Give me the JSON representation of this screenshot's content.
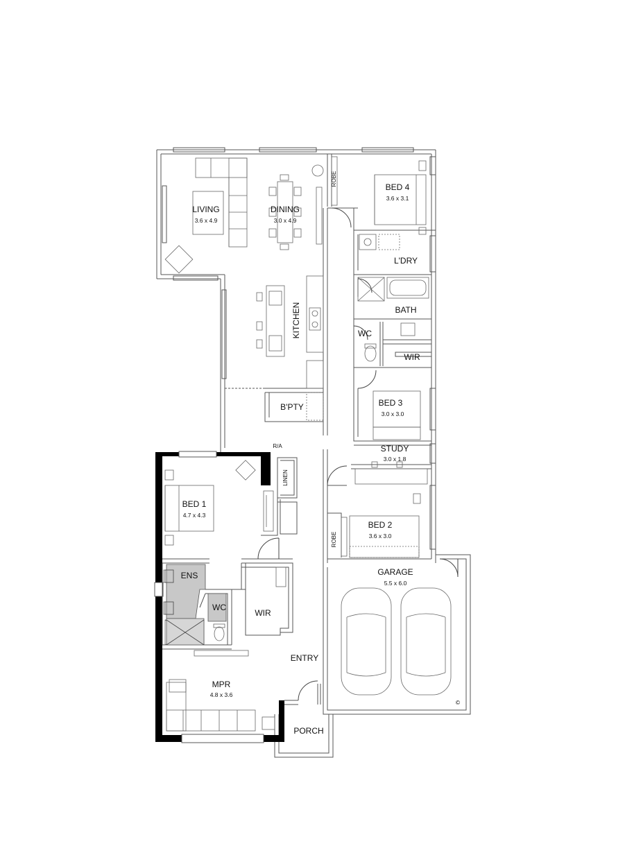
{
  "rooms": {
    "living": {
      "name": "LIVING",
      "dims": "3.6 x 4.9"
    },
    "dining": {
      "name": "DINING",
      "dims": "3.0 x 4.9"
    },
    "bed4": {
      "name": "BED 4",
      "dims": "3.6 x 3.1"
    },
    "robe_top": {
      "name": "ROBE"
    },
    "laundry": {
      "name": "L'DRY"
    },
    "kitchen": {
      "name": "KITCHEN"
    },
    "bath": {
      "name": "BATH"
    },
    "wc_main": {
      "name": "WC"
    },
    "wir_main": {
      "name": "WIR"
    },
    "bpty": {
      "name": "B'PTY"
    },
    "bed3": {
      "name": "BED 3",
      "dims": "3.0 x 3.0"
    },
    "study": {
      "name": "STUDY",
      "dims": "3.0 x 1.8"
    },
    "ra": {
      "name": "R/A"
    },
    "linen": {
      "name": "LINEN"
    },
    "bed1": {
      "name": "BED 1",
      "dims": "4.7 x 4.3"
    },
    "bed2": {
      "name": "BED 2",
      "dims": "3.6 x 3.0"
    },
    "robe_bed2": {
      "name": "ROBE"
    },
    "garage": {
      "name": "GARAGE",
      "dims": "5.5 x 6.0"
    },
    "ens": {
      "name": "ENS"
    },
    "wc_ens": {
      "name": "WC"
    },
    "wir_master": {
      "name": "WIR"
    },
    "entry": {
      "name": "ENTRY"
    },
    "mpr": {
      "name": "MPR",
      "dims": "4.8 x 3.6"
    },
    "porch": {
      "name": "PORCH"
    }
  },
  "copyright": "©",
  "colors": {
    "wall": "#000000",
    "line": "#555555",
    "wet_area": "#c8c8c8"
  }
}
